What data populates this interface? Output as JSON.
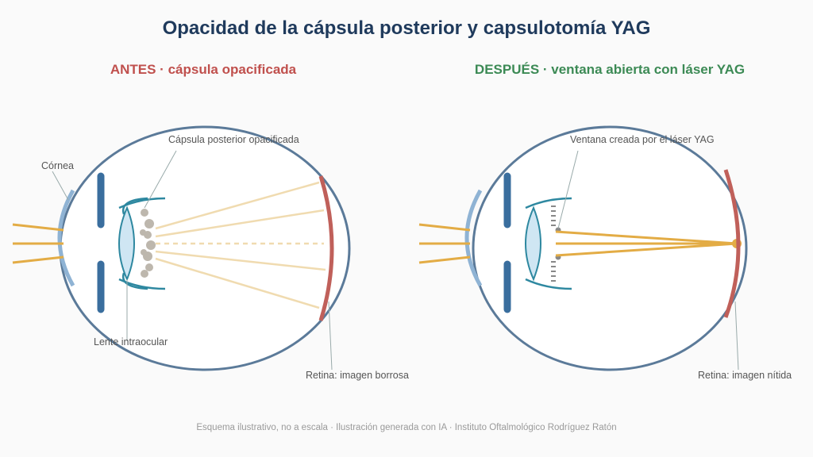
{
  "title": "Opacidad de la cápsula posterior y capsulotomía YAG",
  "before": {
    "heading": "ANTES · cápsula opacificada",
    "labels": {
      "cornea": "Córnea",
      "capsule": "Cápsula posterior opacificada",
      "lens": "Lente intraocular",
      "retina": "Retina: imagen borrosa"
    }
  },
  "after": {
    "heading": "DESPUÉS · ventana abierta con láser YAG",
    "labels": {
      "window": "Ventana creada por el láser YAG",
      "retina": "Retina: imagen nítida"
    }
  },
  "footer": "Esquema ilustrativo, no a escala · Ilustración generada con IA · Instituto Oftalmológico Rodríguez Ratón",
  "colors": {
    "title": "#1f3a5c",
    "before_heading": "#c0504d",
    "after_heading": "#3c8a55",
    "eye_outline": "#5b7a99",
    "iris": "#3a6e9e",
    "capsule": "#2e88a0",
    "retina": "#c0605a",
    "light": "#e8b64c",
    "lens_fill": "#cfe6f3"
  }
}
